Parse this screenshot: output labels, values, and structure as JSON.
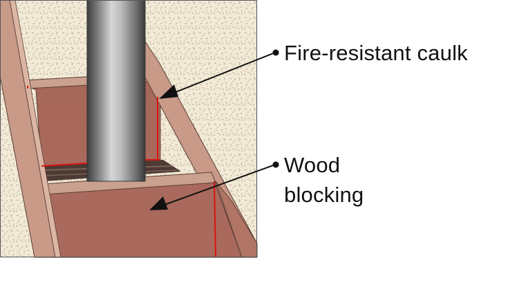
{
  "diagram": {
    "callouts": [
      {
        "id": "caulk",
        "label": "Fire-resistant caulk"
      },
      {
        "id": "blocking",
        "label_line1": "Wood",
        "label_line2": "blocking"
      }
    ],
    "colors": {
      "background": "#ffffff",
      "drywall": "#f2ead6",
      "drywall_speckle": "#b8ad96",
      "wood_face": "#a9695c",
      "wood_edge": "#caa08e",
      "stud": "#c89a87",
      "caulk_line": "#d91414",
      "pipe_mid": "#b9b9b9",
      "pipe_dark": "#4a4a4a",
      "outline": "#5a3e36",
      "arrow": "#111111"
    },
    "icons": [
      "arrow-pointer-icon",
      "bullet-dot-icon"
    ]
  }
}
